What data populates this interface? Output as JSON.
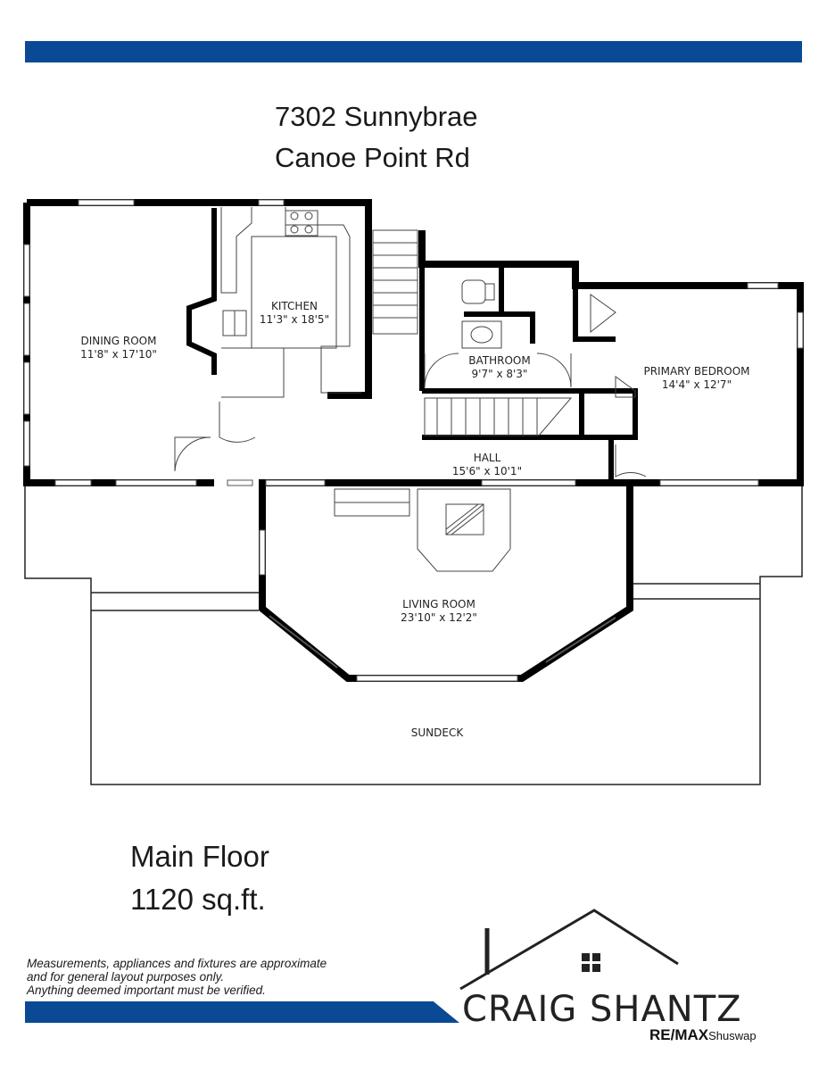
{
  "header": {
    "address_line1": "7302 Sunnybrae",
    "address_line2": "Canoe Point Rd"
  },
  "rooms": {
    "dining": {
      "name": "DINING ROOM",
      "size": "11'8\" x 17'10\""
    },
    "kitchen": {
      "name": "KITCHEN",
      "size": "11'3\" x 18'5\""
    },
    "bathroom": {
      "name": "BATHROOM",
      "size": "9'7\" x 8'3\""
    },
    "primary_bedroom": {
      "name": "PRIMARY BEDROOM",
      "size": "14'4\" x 12'7\""
    },
    "hall": {
      "name": "HALL",
      "size": "15'6\" x 10'1\""
    },
    "living": {
      "name": "LIVING ROOM",
      "size": "23'10\" x 12'2\""
    },
    "sundeck": {
      "name": "SUNDECK"
    }
  },
  "floor": {
    "name": "Main Floor",
    "area": "1120 sq.ft."
  },
  "disclaimer": {
    "line1": "Measurements, appliances and fixtures are approximate",
    "line2": " and for general layout purposes only.",
    "line3": "Anything deemed important must be verified."
  },
  "brand": {
    "name": "CRAIG SHANTZ",
    "company": "RE/MAX",
    "region": "Shuswap"
  },
  "colors": {
    "accent_bar": "#0a4a94",
    "wall": "#000000"
  }
}
